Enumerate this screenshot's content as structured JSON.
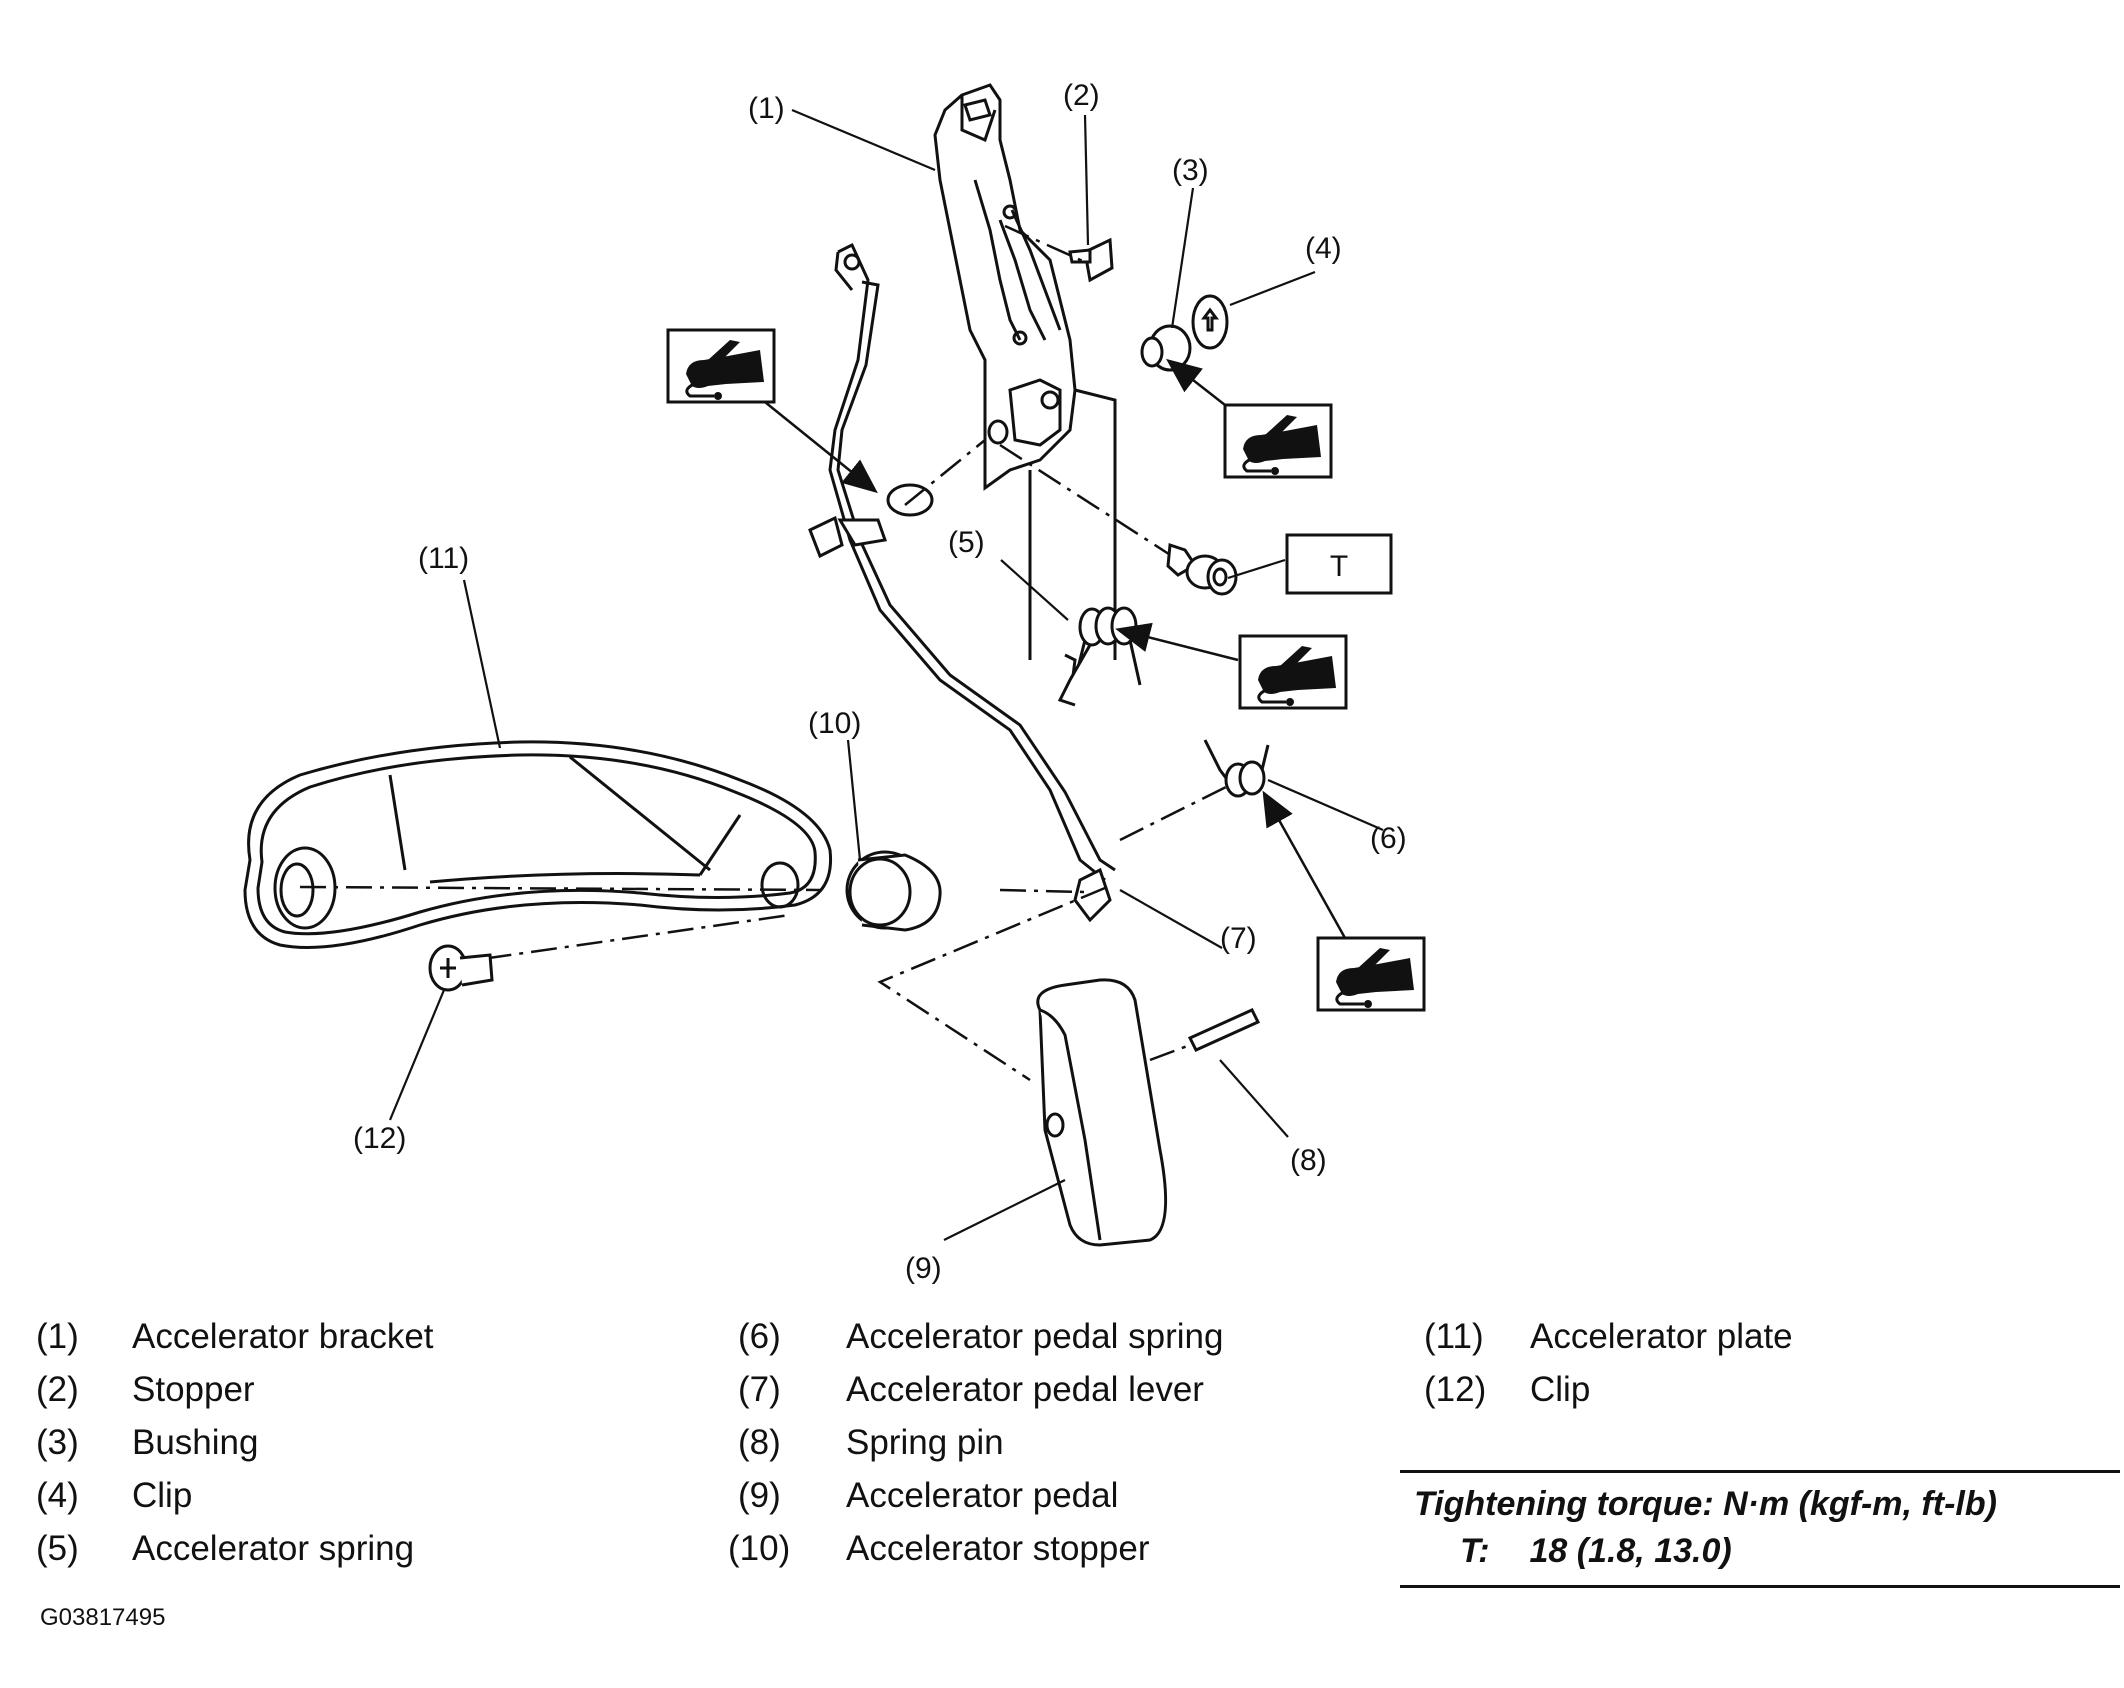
{
  "callouts": {
    "c1": "(1)",
    "c2": "(2)",
    "c3": "(3)",
    "c4": "(4)",
    "c5": "(5)",
    "c6": "(6)",
    "c7": "(7)",
    "c8": "(8)",
    "c9": "(9)",
    "c10": "(10)",
    "c11": "(11)",
    "c12": "(12)"
  },
  "torque_box_label": "T",
  "legend": [
    {
      "num": "(1)",
      "name": "Accelerator bracket"
    },
    {
      "num": "(2)",
      "name": "Stopper"
    },
    {
      "num": "(3)",
      "name": "Bushing"
    },
    {
      "num": "(4)",
      "name": "Clip"
    },
    {
      "num": "(5)",
      "name": "Accelerator spring"
    },
    {
      "num": "(6)",
      "name": "Accelerator pedal spring"
    },
    {
      "num": "(7)",
      "name": "Accelerator pedal lever"
    },
    {
      "num": "(8)",
      "name": "Spring pin"
    },
    {
      "num": "(9)",
      "name": "Accelerator pedal"
    },
    {
      "num": "(10)",
      "name": "Accelerator stopper"
    },
    {
      "num": "(11)",
      "name": "Accelerator plate"
    },
    {
      "num": "(12)",
      "name": "Clip"
    }
  ],
  "torque": {
    "title": "Tightening torque: N·m (kgf-m, ft-lb)",
    "label": "T:",
    "value": "18 (1.8, 13.0)"
  },
  "figure_code": "G03817495",
  "icons": {
    "grease": "grease-gun-icon"
  }
}
